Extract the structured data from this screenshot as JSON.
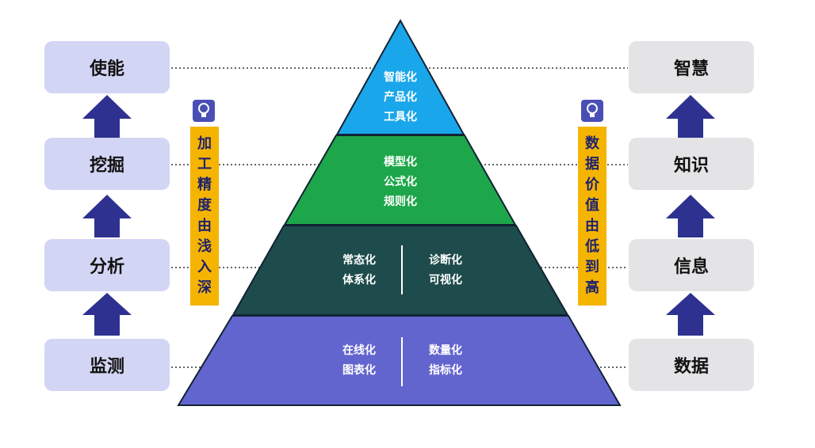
{
  "left_column": {
    "items": [
      "使能",
      "挖掘",
      "分析",
      "监测"
    ],
    "box_color": "#d3d5f4"
  },
  "right_column": {
    "items": [
      "智慧",
      "知识",
      "信息",
      "数据"
    ],
    "box_color": "#e4e4e6"
  },
  "arrow_color": "#2e318f",
  "left_banner": {
    "chars": [
      "加",
      "工",
      "精",
      "度",
      "由",
      "浅",
      "入",
      "深"
    ],
    "color": "#f5b400",
    "icon": "lightbulb-icon"
  },
  "right_banner": {
    "chars": [
      "数",
      "据",
      "价",
      "值",
      "由",
      "低",
      "到",
      "高"
    ],
    "color": "#f5b400",
    "icon": "lightbulb-icon"
  },
  "pyramid": {
    "level1": {
      "lines": [
        "智能化",
        "产品化",
        "工具化"
      ],
      "color": "#1aa6ea"
    },
    "level2": {
      "lines": [
        "模型化",
        "公式化",
        "规则化"
      ],
      "color": "#1ea64a"
    },
    "level3": {
      "left": [
        "常态化",
        "体系化"
      ],
      "right": [
        "诊断化",
        "可视化"
      ],
      "color": "#1e4b4b"
    },
    "level4": {
      "left": [
        "在线化",
        "图表化"
      ],
      "right": [
        "数量化",
        "指标化"
      ],
      "color": "#6365cf"
    }
  }
}
